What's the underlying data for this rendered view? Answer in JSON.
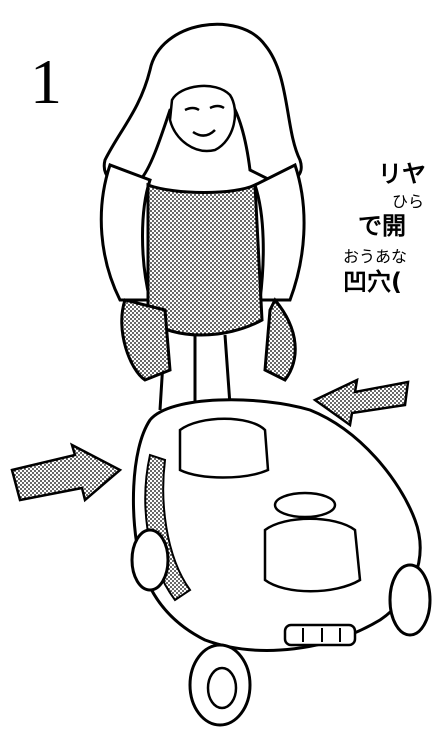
{
  "step": {
    "number": "1"
  },
  "instructions": {
    "line1": "リヤ",
    "line2": "ひら",
    "line3": "で開",
    "line4": "おうあな",
    "line5": "凹穴("
  },
  "colors": {
    "ink": "#000000",
    "paper": "#ffffff",
    "tone": "#8a8a8a"
  },
  "icons": {
    "left_arrow": "arrow-right-icon",
    "right_arrow": "arrow-left-icon"
  }
}
